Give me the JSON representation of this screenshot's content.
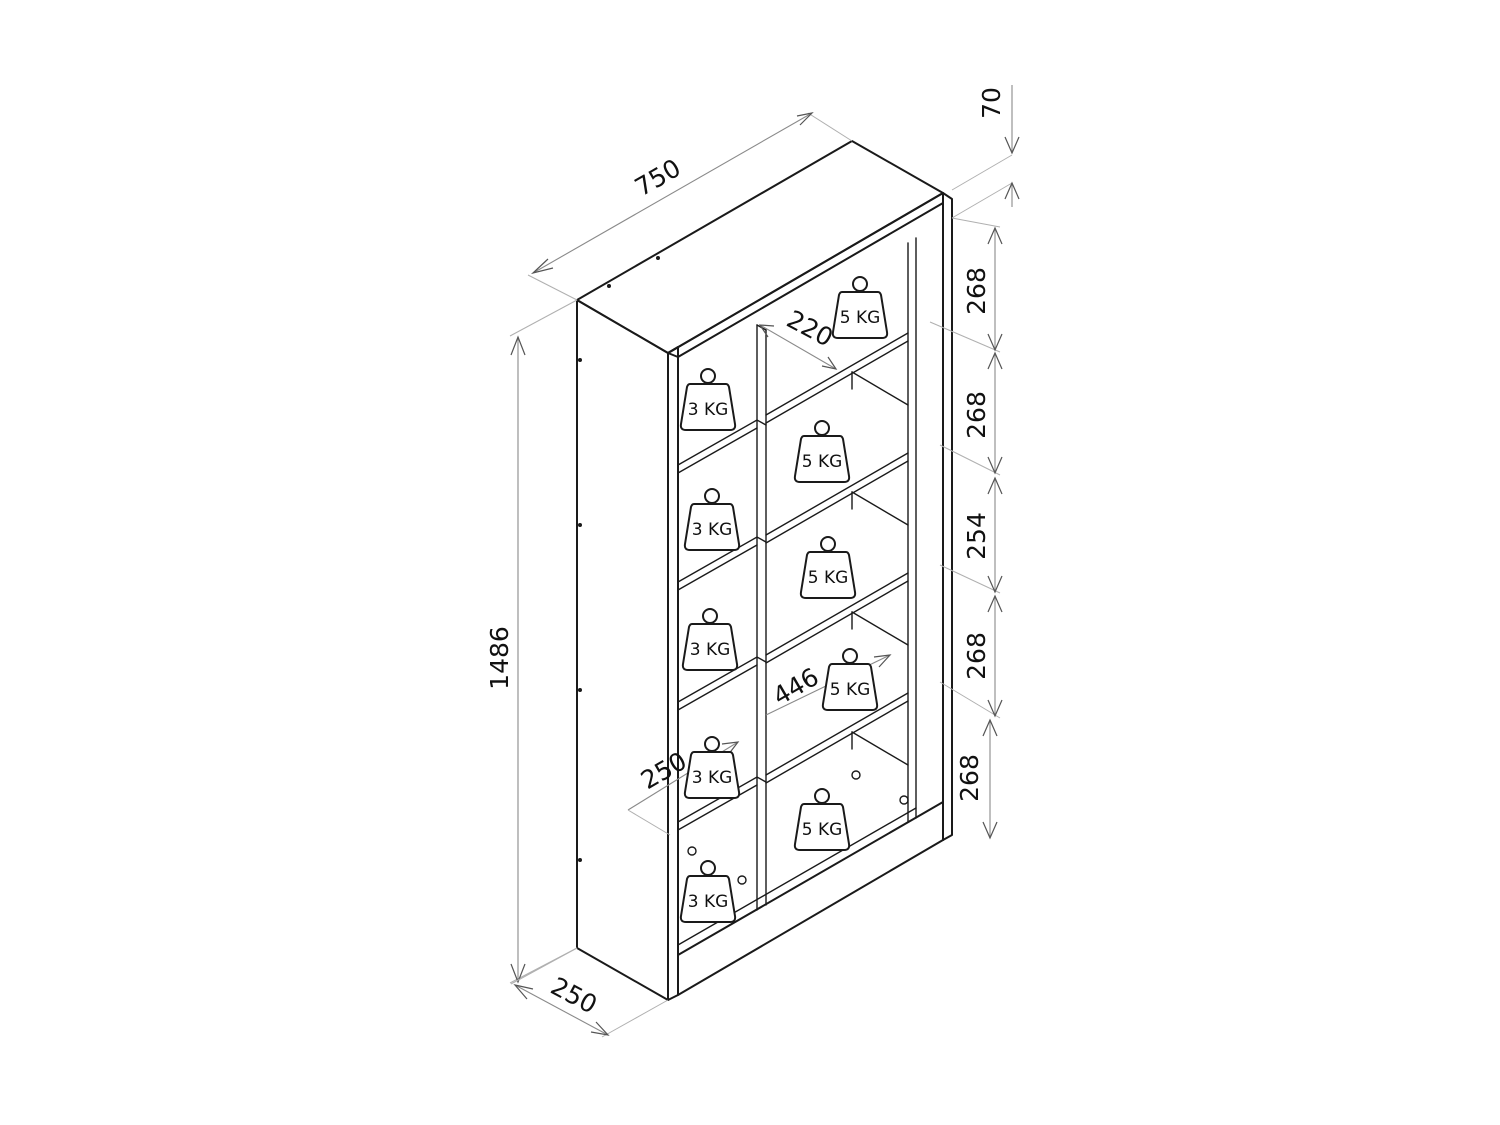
{
  "dimensions": {
    "width_top": "750",
    "height_total": "1486",
    "depth_bottom": "250",
    "plinth_top": "70",
    "shelf_height_1": "268",
    "shelf_height_2": "268",
    "shelf_height_3": "254",
    "shelf_height_4": "268",
    "shelf_height_5": "268",
    "inner_depth": "220",
    "inner_width": "446",
    "shelf_depth": "250"
  },
  "loads": {
    "left_column": [
      "3 KG",
      "3 KG",
      "3 KG",
      "3 KG",
      "3 KG"
    ],
    "right_column": [
      "5 KG",
      "5 KG",
      "5 KG",
      "5 KG",
      "5 KG"
    ]
  }
}
